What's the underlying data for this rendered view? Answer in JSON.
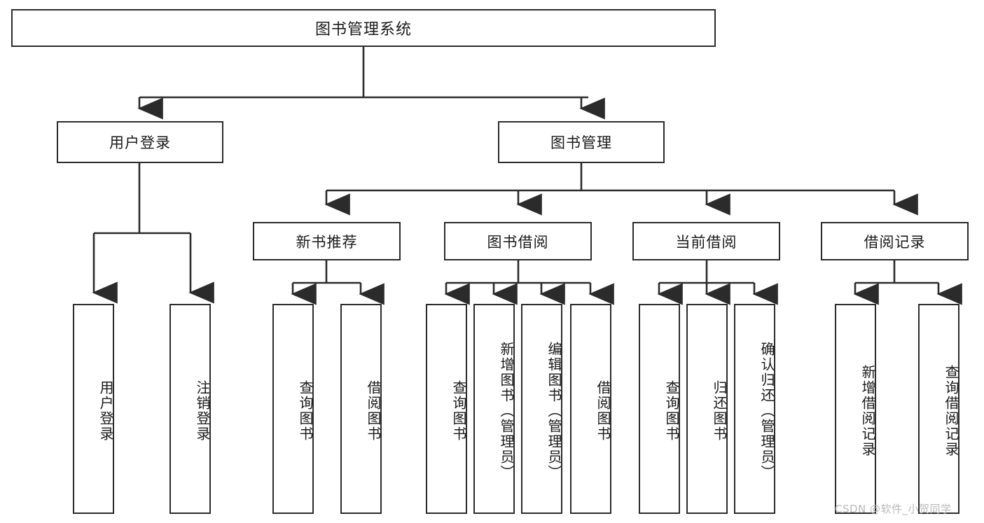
{
  "diagram": {
    "title": "图书管理系统",
    "type": "hierarchy-tree",
    "root": {
      "label": "图书管理系统"
    },
    "level2": [
      {
        "label": "用户登录"
      },
      {
        "label": "图书管理"
      }
    ],
    "level3": [
      {
        "label": "新书推荐"
      },
      {
        "label": "图书借阅"
      },
      {
        "label": "当前借阅"
      },
      {
        "label": "借阅记录"
      }
    ],
    "leaves": {
      "user_login": [
        {
          "label": "用户登录"
        },
        {
          "label": "注销登录"
        }
      ],
      "new_book_recommend": [
        {
          "label": "查询图书"
        },
        {
          "label": "借阅图书"
        }
      ],
      "book_borrow": [
        {
          "label": "查询图书"
        },
        {
          "label": "新增图书（管理员）"
        },
        {
          "label": "编辑图书（管理员）"
        },
        {
          "label": "借阅图书"
        }
      ],
      "current_borrow": [
        {
          "label": "查询图书"
        },
        {
          "label": "归还图书"
        },
        {
          "label": "确认归还（管理员）"
        }
      ],
      "borrow_record": [
        {
          "label": "新增借阅记录"
        },
        {
          "label": "查询借阅记录"
        }
      ]
    },
    "colors": {
      "border": "#2b2b2b",
      "background": "#ffffff",
      "text": "#1a1a1a",
      "watermark": "#b9b9b9"
    }
  },
  "watermark": {
    "text": "CSDN @软件_小贺同学"
  }
}
